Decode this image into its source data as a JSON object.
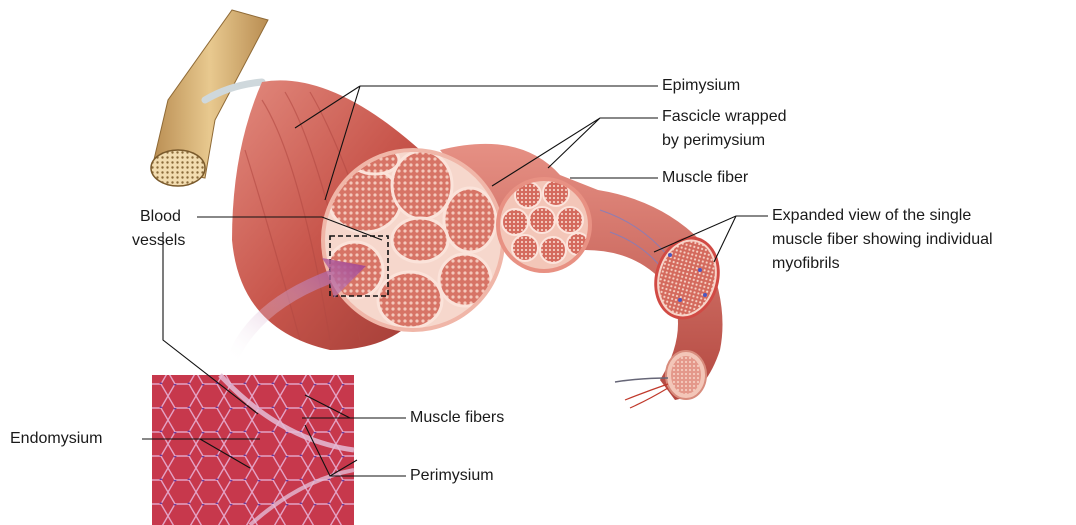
{
  "labels": {
    "epimysium": "Epimysium",
    "fascicle_line1": "Fascicle wrapped",
    "fascicle_line2": "by perimysium",
    "muscle_fiber": "Muscle fiber",
    "expanded_line1": "Expanded view of the single",
    "expanded_line2": "muscle fiber showing individual",
    "expanded_line3": "myofibrils",
    "blood_line1": "Blood",
    "blood_line2": "vessels",
    "muscle_fibers": "Muscle fibers",
    "endomysium": "Endomysium",
    "perimysium": "Perimysium"
  },
  "colors": {
    "muscle": "#c8564c",
    "muscle_light": "#e2877c",
    "cross_section": "#f3c6b8",
    "fascicle_fill": "#d9685c",
    "tendon": "#d8b47a",
    "micrograph": "#c23a4f",
    "arrow": "#b0508f"
  }
}
